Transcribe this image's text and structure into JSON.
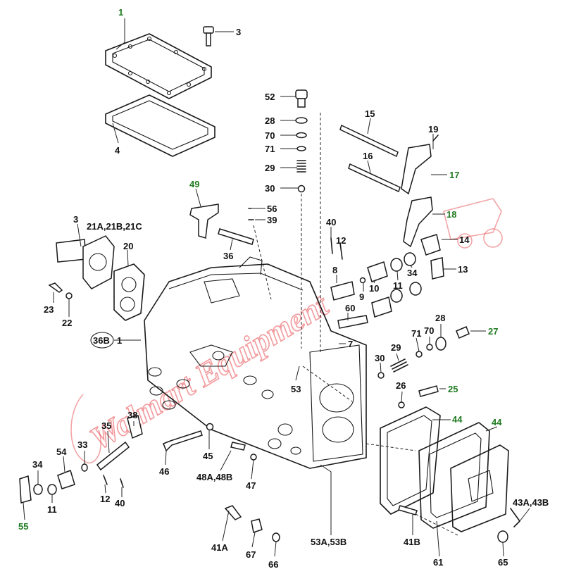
{
  "watermark": {
    "text": "Walmart Equipment",
    "color": "#e8494e"
  },
  "colors": {
    "line": "#1a1a1a",
    "label": "#111111",
    "highlight_label": "#1f7a1f"
  },
  "callouts": {
    "c1": "1",
    "c3a": "3",
    "c4": "4",
    "c52": "52",
    "c28a": "28",
    "c70a": "70",
    "c71a": "71",
    "c29a": "29",
    "c30a": "30",
    "c15": "15",
    "c16": "16",
    "c19": "19",
    "c17": "17",
    "c18": "18",
    "c49": "49",
    "c56": "56",
    "c39": "39",
    "c36": "36",
    "c3b": "3",
    "c21": "21A,21B,21C",
    "c20": "20",
    "c40a": "40",
    "c12a": "12",
    "c14": "14",
    "c13": "13",
    "c8": "8",
    "c9": "9",
    "c10": "10",
    "c11a": "11",
    "c34a": "34",
    "c60": "60",
    "c7": "7",
    "c23": "23",
    "c22": "22",
    "c36b": "36B",
    "c1b": "1",
    "c28b": "28",
    "c71b": "71",
    "c70b": "70",
    "c27": "27",
    "c30b": "30",
    "c29b": "29",
    "c26": "26",
    "c25": "25",
    "c53": "53",
    "c44a": "44",
    "c44b": "44",
    "c38": "38",
    "c35": "35",
    "c33": "33",
    "c54": "54",
    "c34b": "34",
    "c11b": "11",
    "c55": "55",
    "c12b": "12",
    "c40b": "40",
    "c46": "46",
    "c45": "45",
    "c48": "48A,48B",
    "c47": "47",
    "c41a": "41A",
    "c67": "67",
    "c66": "66",
    "c53ab": "53A,53B",
    "c41b": "41B",
    "c61": "61",
    "c65": "65",
    "c43": "43A,43B"
  }
}
